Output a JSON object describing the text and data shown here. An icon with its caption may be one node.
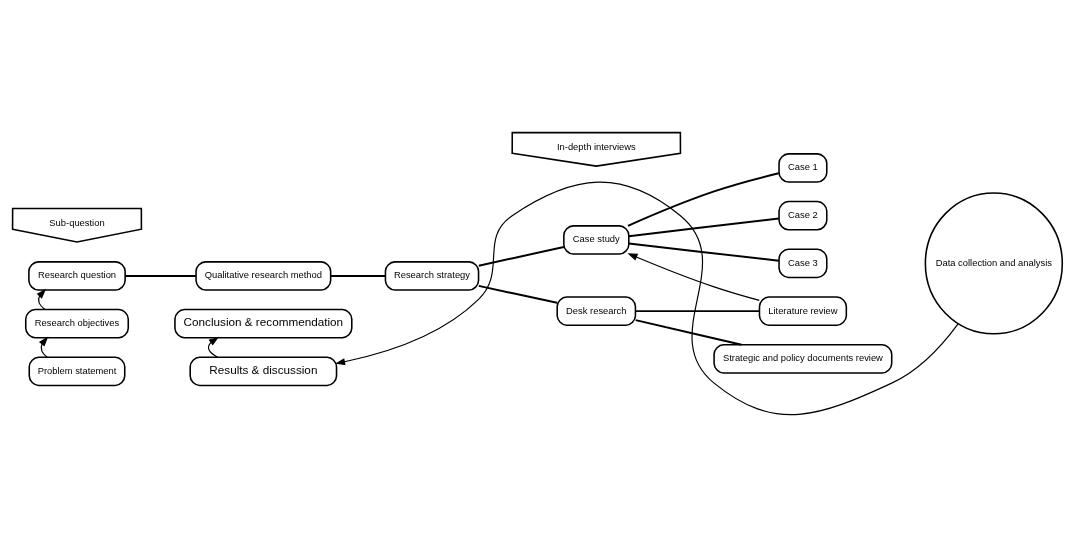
{
  "diagram": {
    "nodes": [
      {
        "text": [
          "Sub-question"
        ]
      },
      {
        "text": [
          "Research question"
        ]
      },
      {
        "text": [
          "Research objectives"
        ]
      },
      {
        "text": [
          "Problem statement"
        ]
      },
      {
        "text": [
          "Qualitative research method"
        ]
      },
      {
        "text": [
          "Research strategy"
        ]
      },
      {
        "text": [
          "Conclusion & recommendation"
        ]
      },
      {
        "text": [
          "Results & discussion"
        ]
      },
      {
        "text": [
          "In-depth interviews"
        ]
      },
      {
        "text": [
          "Case study"
        ]
      },
      {
        "text": [
          "Desk research"
        ]
      },
      {
        "text": [
          "Case 1"
        ]
      },
      {
        "text": [
          "Case 2"
        ]
      },
      {
        "text": [
          "Case 3"
        ]
      },
      {
        "text": [
          "Literature review"
        ]
      },
      {
        "text": [
          "Strategic and policy documents review"
        ]
      },
      {
        "text": [
          "Data collection and analysis"
        ]
      }
    ],
    "edges": [
      {
        "from": 1,
        "to": 4,
        "arrow": "none"
      },
      {
        "from": 4,
        "to": 5,
        "arrow": "none"
      },
      {
        "from": 5,
        "to": 9,
        "arrow": "none"
      },
      {
        "from": 5,
        "to": 10,
        "arrow": "none"
      },
      {
        "from": 9,
        "to": 11,
        "arrow": "none"
      },
      {
        "from": 9,
        "to": 12,
        "arrow": "none"
      },
      {
        "from": 9,
        "to": 13,
        "arrow": "none"
      },
      {
        "from": 10,
        "to": 14,
        "arrow": "none"
      },
      {
        "from": 10,
        "to": 15,
        "arrow": "none"
      },
      {
        "from": 2,
        "to": 1,
        "arrow": "to"
      },
      {
        "from": 3,
        "to": 2,
        "arrow": "to"
      },
      {
        "from": 7,
        "to": 6,
        "arrow": "to"
      },
      {
        "from": 14,
        "to": 9,
        "arrow": "to"
      },
      {
        "from": 16,
        "to": 7,
        "arrow": "to"
      }
    ]
  }
}
